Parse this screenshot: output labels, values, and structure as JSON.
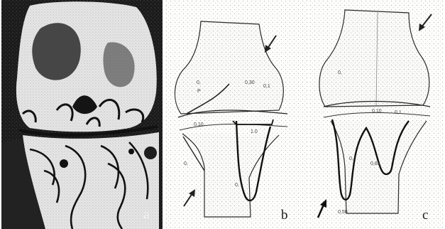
{
  "figure": {
    "panels": [
      {
        "id": "a",
        "label": "a",
        "style": "photoelastic fringe photograph, dark background"
      },
      {
        "id": "b",
        "label": "b",
        "style": "stippled line drawing with arrows"
      },
      {
        "id": "c",
        "label": "c",
        "style": "stippled line drawing with arrows"
      }
    ]
  },
  "colors": {
    "photo_background": "#1b1b1b",
    "photo_light": "#e8e8e8",
    "drawing_background": "#fdfdfb",
    "ink": "#1a1a1a"
  },
  "icons": [
    "arrow-icon"
  ]
}
